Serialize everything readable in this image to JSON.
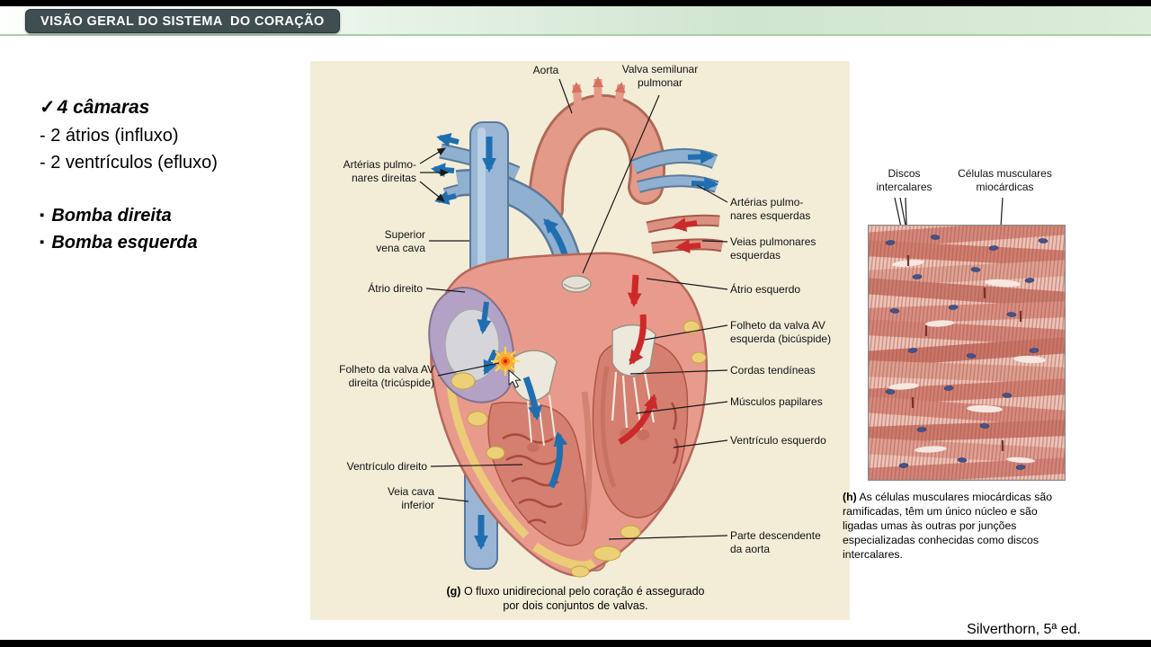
{
  "header": {
    "title": "VISÃO GERAL DO SISTEMA  DO CORAÇÃO"
  },
  "sidebar": {
    "check_bullet": {
      "marker": "✓",
      "text": "4 câmaras"
    },
    "dash_items": [
      "- 2 átrios (influxo)",
      "- 2 ventrículos (efluxo)"
    ],
    "square_bullets": [
      {
        "marker": "▪",
        "text": "Bomba direita"
      },
      {
        "marker": "▪",
        "text": "Bomba esquerda"
      }
    ]
  },
  "heart_figure": {
    "labels": {
      "aorta": "Aorta",
      "valva_semilunar_pulmonar": "Valva semilunar pulmonar",
      "arterias_pulmonares_direitas": "Artérias pulmo-nares direitas",
      "superior_vena_cava": "Superior vena cava",
      "atrio_direito": "Átrio direito",
      "folheto_valva_av_direita": "Folheto da valva AV direita (tricúspide)",
      "ventriculo_direito": "Ventrículo direito",
      "veia_cava_inferior": "Veia cava inferior",
      "arterias_pulmonares_esquerdas": "Artérias pulmo-nares esquerdas",
      "veias_pulmonares_esquerdas": "Veias pulmonares esquerdas",
      "atrio_esquerdo": "Átrio esquerdo",
      "folheto_valva_av_esquerda": "Folheto da valva AV esquerda (bicúspide)",
      "cordas_tendineas": "Cordas tendíneas",
      "musculos_papilares": "Músculos papilares",
      "ventriculo_esquerdo": "Ventrículo esquerdo",
      "parte_descendente_aorta": "Parte descendente da aorta"
    },
    "caption_prefix": "(g)",
    "caption": "O fluxo unidirecional pelo coração é assegurado por dois conjuntos de valvas."
  },
  "histology_figure": {
    "labels": {
      "discos_intercalares": "Discos intercalares",
      "celulas_musculares": "Células musculares miocárdicas"
    },
    "caption_prefix": "(h)",
    "caption": "As células musculares miocárdicas são ramificadas, têm um único núcleo e são ligadas umas às outras por junções especializadas conhecidas como discos intercalares."
  },
  "footer": {
    "credit": "Silverthorn, 5ª ed."
  },
  "colors": {
    "header_green": "#cfe5cf",
    "title_box": "#3f4e50",
    "figure_bg": "#f3edd8",
    "heart_pink": "#e89b8c",
    "vessel_blue": "#8fb0d0",
    "flow_blue": "#1f6fb0",
    "flow_red": "#cc2a2a",
    "fat_yellow": "#ecd077"
  }
}
